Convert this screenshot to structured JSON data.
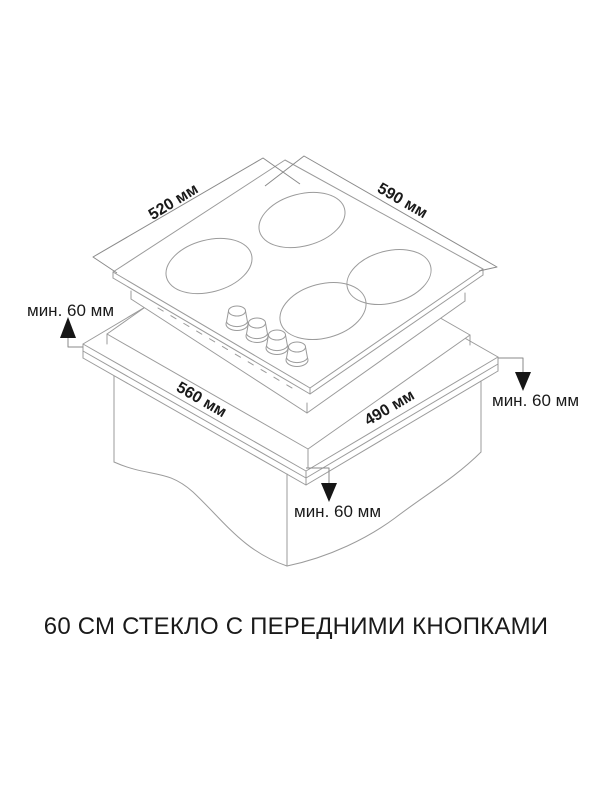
{
  "page": {
    "background": "#ffffff"
  },
  "diagram": {
    "type": "cooktop-installation-dimensions",
    "caption": "60 СМ СТЕКЛО С ПЕРЕДНИМИ КНОПКАМИ",
    "labels": {
      "hob_depth": "520 мм",
      "hob_width": "590 мм",
      "cutout_width": "560 мм",
      "cutout_depth": "490 мм",
      "clearance_left": "мин. 60 мм",
      "clearance_right": "мин. 60 мм",
      "clearance_front": "мин. 60 мм"
    },
    "icons": {
      "clearance_arrow_up": "filled-triangle-up",
      "clearance_arrow_down": "filled-triangle-down"
    },
    "colors": {
      "outline": "#9b9b9b",
      "dimension_line": "#8a8a8a",
      "text": "#1a1a1a",
      "arrow": "#161616",
      "background": "#ffffff"
    }
  }
}
